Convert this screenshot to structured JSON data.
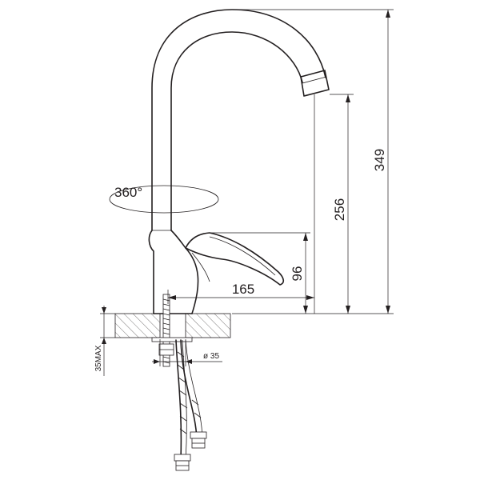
{
  "dimensions": {
    "total_height": "349",
    "spout_height": "256",
    "handle_height": "96",
    "spout_reach": "165",
    "rotation": "360°",
    "max_counter_thickness": "35MAX",
    "hole_diameter": "ø 35"
  },
  "colors": {
    "line": "#231f20",
    "background": "#ffffff"
  }
}
